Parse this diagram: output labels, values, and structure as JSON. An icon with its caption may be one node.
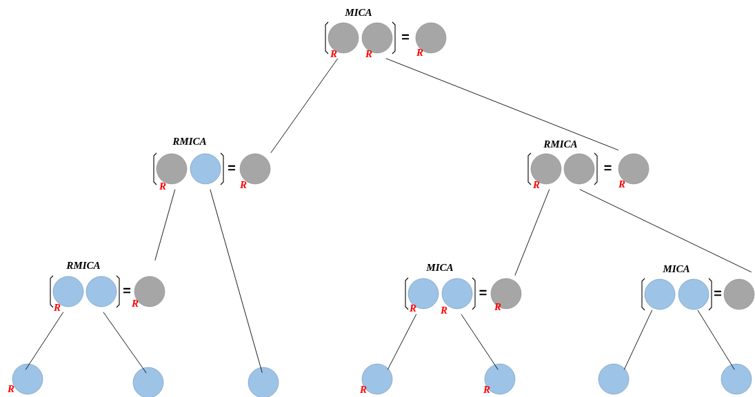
{
  "diagram": {
    "nodes": [
      {
        "text": [
          "MICA"
        ]
      },
      {
        "text": [],
        "shape": "circle",
        "in": 0,
        "beside": [
          "R"
        ]
      },
      {
        "text": [],
        "shape": "circle",
        "in": 0,
        "beside": [
          "R"
        ]
      },
      {
        "text": [],
        "shape": "circle",
        "in": 0,
        "beside": [
          "R"
        ]
      },
      {
        "text": [
          "RMICA"
        ]
      },
      {
        "text": [],
        "shape": "circle",
        "in": 4,
        "beside": [
          "R"
        ]
      },
      {
        "text": [],
        "shape": "circle",
        "in": 4
      },
      {
        "text": [],
        "shape": "circle",
        "in": 4,
        "beside": [
          "R"
        ]
      },
      {
        "text": [
          "RMICA"
        ]
      },
      {
        "text": [],
        "shape": "circle",
        "in": 8,
        "beside": [
          "R"
        ]
      },
      {
        "text": [],
        "shape": "circle",
        "in": 8
      },
      {
        "text": [],
        "shape": "circle",
        "in": 8,
        "beside": [
          "R"
        ]
      },
      {
        "text": [
          "RMICA"
        ]
      },
      {
        "text": [],
        "shape": "circle",
        "in": 12,
        "beside": [
          "R"
        ]
      },
      {
        "text": [],
        "shape": "circle",
        "in": 12
      },
      {
        "text": [],
        "shape": "circle",
        "in": 12,
        "beside": [
          "R"
        ]
      },
      {
        "text": [
          "MICA"
        ]
      },
      {
        "text": [],
        "shape": "circle",
        "in": 16,
        "beside": [
          "R"
        ]
      },
      {
        "text": [],
        "shape": "circle",
        "in": 16,
        "beside": [
          "R"
        ]
      },
      {
        "text": [],
        "shape": "circle",
        "in": 16,
        "beside": [
          "R"
        ]
      },
      {
        "text": [
          "MICA"
        ]
      },
      {
        "text": [],
        "shape": "circle",
        "in": 20
      },
      {
        "text": [],
        "shape": "circle",
        "in": 20
      },
      {
        "text": [],
        "shape": "circle",
        "in": 20
      },
      {
        "text": [],
        "shape": "circle",
        "beside": [
          "R"
        ]
      },
      {
        "text": [],
        "shape": "circle"
      },
      {
        "text": [],
        "shape": "circle"
      },
      {
        "text": [],
        "shape": "circle",
        "beside": [
          "R"
        ]
      },
      {
        "text": [],
        "shape": "circle",
        "beside": [
          "R"
        ]
      },
      {
        "text": [],
        "shape": "circle"
      },
      {
        "text": [],
        "shape": "circle"
      }
    ],
    "edges": [
      {
        "from": 0,
        "to": 4,
        "arrow": "none"
      },
      {
        "from": 0,
        "to": 8,
        "arrow": "none"
      },
      {
        "from": 4,
        "to": 12,
        "arrow": "none"
      },
      {
        "from": 4,
        "to": 26,
        "arrow": "none"
      },
      {
        "from": 8,
        "to": 16,
        "arrow": "none"
      },
      {
        "from": 8,
        "to": 20,
        "arrow": "none"
      },
      {
        "from": 12,
        "to": 24,
        "arrow": "none"
      },
      {
        "from": 12,
        "to": 25,
        "arrow": "none"
      },
      {
        "from": 16,
        "to": 27,
        "arrow": "none"
      },
      {
        "from": 16,
        "to": 28,
        "arrow": "none"
      },
      {
        "from": 20,
        "to": 29,
        "arrow": "none"
      },
      {
        "from": 20,
        "to": 30,
        "arrow": "none"
      }
    ],
    "labels": [
      "=",
      "=",
      "=",
      "=",
      "=",
      "="
    ]
  }
}
